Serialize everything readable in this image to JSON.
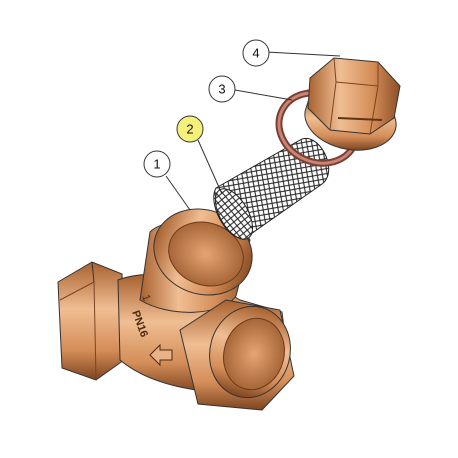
{
  "callouts": [
    {
      "number": "1",
      "part": "strainer-body"
    },
    {
      "number": "2",
      "part": "strainer-screen"
    },
    {
      "number": "3",
      "part": "gasket-ring"
    },
    {
      "number": "4",
      "part": "hex-plug-cap"
    }
  ],
  "body_markings": {
    "rating": "PN16",
    "line": "1"
  },
  "colors": {
    "brass": "#d9925e",
    "brass_dark": "#8c4f26",
    "brass_light": "#f2c39a",
    "gasket": "#b06a5a",
    "mesh": "#333333",
    "highlight": "#f5f07a",
    "outline": "#333333"
  }
}
